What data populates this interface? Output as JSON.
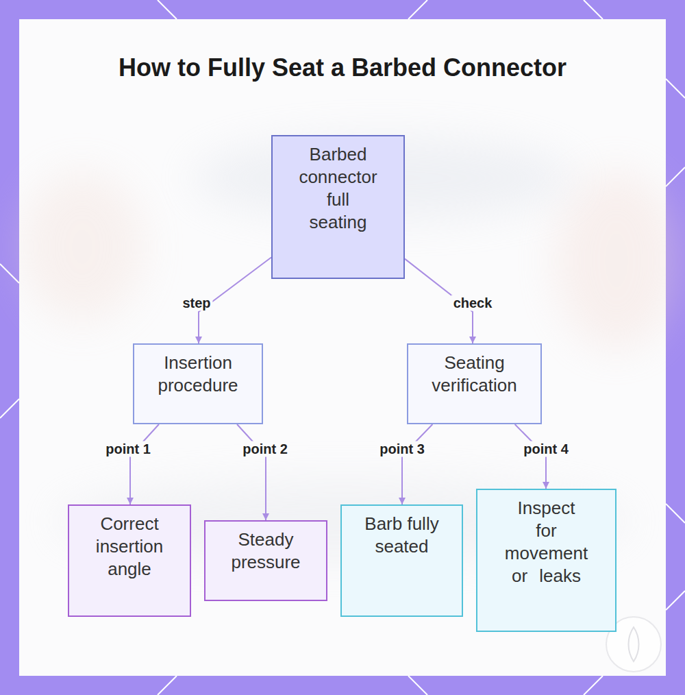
{
  "diagram": {
    "title": "How to Fully Seat a Barbed Connector",
    "nodes": [
      {
        "text": [
          "Barbed connector full seating"
        ]
      },
      {
        "text": [
          "Insertion procedure"
        ]
      },
      {
        "text": [
          "Seating verification"
        ]
      },
      {
        "text": [
          "Correct insertion angle"
        ]
      },
      {
        "text": [
          "Steady pressure"
        ]
      },
      {
        "text": [
          "Barb fully seated"
        ]
      },
      {
        "text": [
          "Inspect for movement or leaks"
        ]
      }
    ],
    "edges": [
      {
        "from": 0,
        "to": 1,
        "label": "step",
        "arrow": "to"
      },
      {
        "from": 0,
        "to": 2,
        "label": "check",
        "arrow": "to"
      },
      {
        "from": 1,
        "to": 3,
        "label": "point 1",
        "arrow": "to"
      },
      {
        "from": 1,
        "to": 4,
        "label": "point 2",
        "arrow": "to"
      },
      {
        "from": 2,
        "to": 5,
        "label": "point 3",
        "arrow": "to"
      },
      {
        "from": 2,
        "to": 6,
        "label": "point 4",
        "arrow": "to"
      }
    ]
  }
}
